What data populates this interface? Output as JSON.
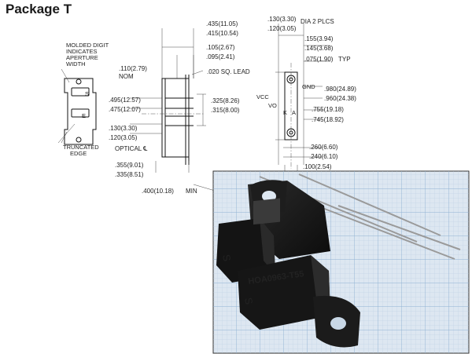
{
  "title": "Package T",
  "labels": {
    "molded_digit": [
      "MOLDED DIGIT",
      "INDICATES",
      "APERTURE",
      "WIDTH"
    ],
    "truncated_edge": [
      "TRUNCATED",
      "EDGE"
    ],
    "optical_cl": "OPTICAL ℄",
    "sq_lead": ".020 SQ. LEAD",
    "dia_plcs": "DIA 2 PLCS",
    "typ": "TYP",
    "nom": "NOM",
    "min": "MIN",
    "vcc": "VCC",
    "vo": "VO",
    "gnd": "GND",
    "k": "K",
    "a": "A",
    "e": "E",
    "s": "S",
    "part_marking": "HOA0963-T55"
  },
  "dimensions": {
    "d_435": ".435(11.05)",
    "d_415": ".415(10.54)",
    "d_105": ".105(2.67)",
    "d_095": ".095(2.41)",
    "d_110": ".110(2.79)",
    "d_495": ".495(12.57)",
    "d_475": ".475(12.07)",
    "d_130a": ".130(3.30)",
    "d_120a": ".120(3.05)",
    "d_325": ".325(8.26)",
    "d_315": ".315(8.00)",
    "d_355": ".355(9.01)",
    "d_335": ".335(8.51)",
    "d_400": ".400(10.18)",
    "d_130b": ".130(3.30)",
    "d_120b": ".120(3.05)",
    "d_155": ".155(3.94)",
    "d_145": ".145(3.68)",
    "d_075": ".075(1.90)",
    "d_980": ".980(24.89)",
    "d_960": ".960(24.38)",
    "d_755": ".755(19.18)",
    "d_745": ".745(18.92)",
    "d_260": ".260(6.60)",
    "d_240": ".240(6.10)",
    "d_100": ".100(2.54)"
  },
  "colors": {
    "photo_grid_bg": "#dde7f1",
    "grid_minor": "#b9cde2",
    "grid_major": "#8fb0d3",
    "part_body": "#161616"
  }
}
